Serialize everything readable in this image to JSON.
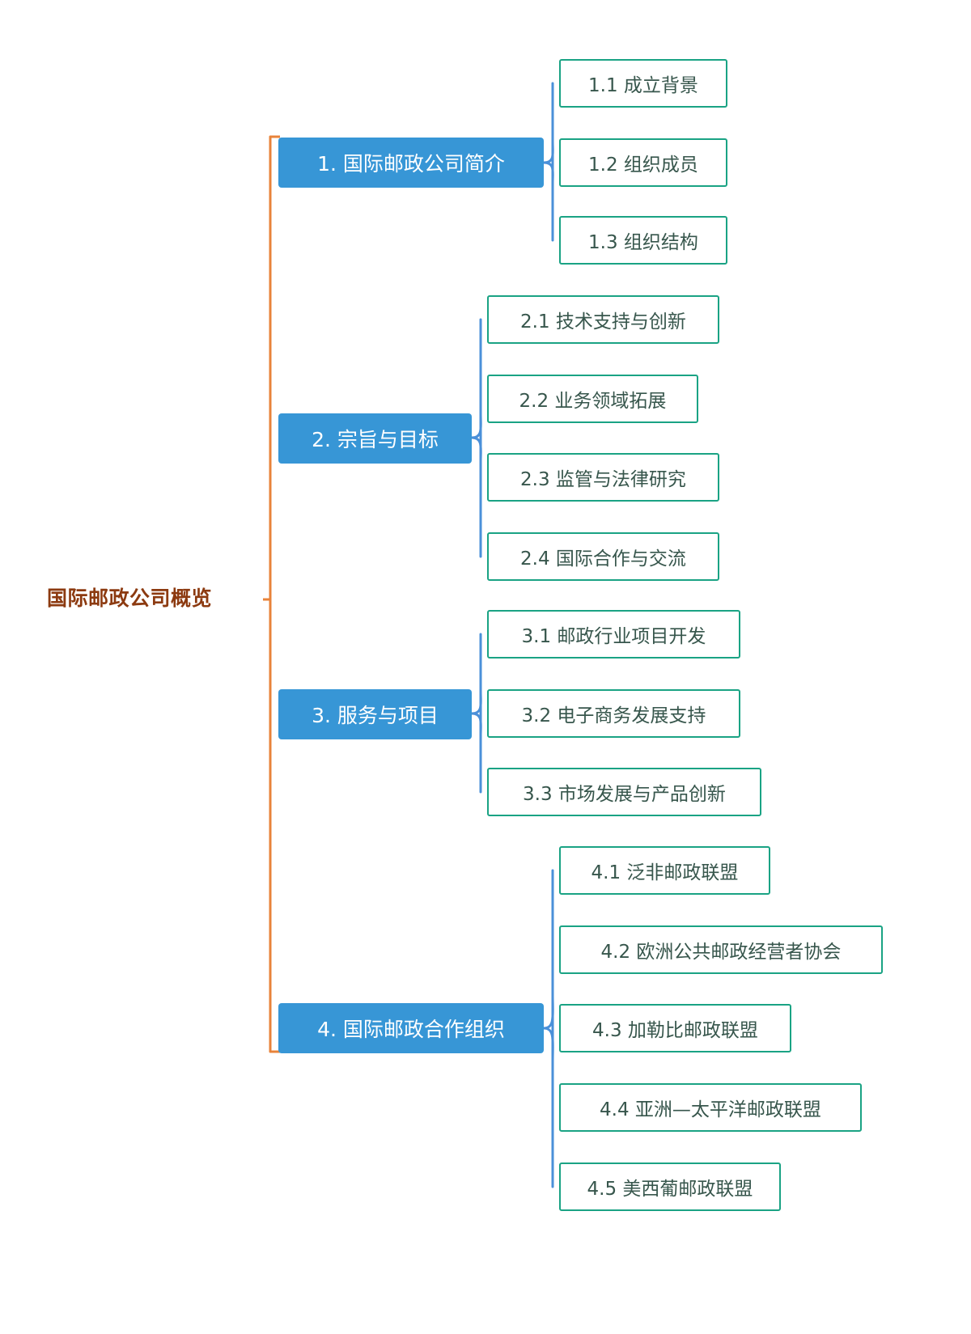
{
  "diagram": {
    "type": "mindmap",
    "orientation": "left-to-right",
    "root": {
      "label": "国际邮政公司概览",
      "color": "#8c3a10"
    },
    "colors": {
      "root_text": "#8c3a10",
      "root_connector": "#e8833a",
      "branch_fill": "#3796d6",
      "branch_text": "#ffffff",
      "branch_connector": "#4a90d9",
      "leaf_border": "#1aa384",
      "leaf_text": "#37564c",
      "leaf_fill": "#ffffff",
      "background": "#ffffff"
    },
    "branches": [
      {
        "label": "1. 国际邮政公司简介",
        "children": [
          {
            "label": "1.1 成立背景"
          },
          {
            "label": "1.2 组织成员"
          },
          {
            "label": "1.3 组织结构"
          }
        ]
      },
      {
        "label": "2. 宗旨与目标",
        "children": [
          {
            "label": "2.1 技术支持与创新"
          },
          {
            "label": "2.2 业务领域拓展"
          },
          {
            "label": "2.3 监管与法律研究"
          },
          {
            "label": "2.4 国际合作与交流"
          }
        ]
      },
      {
        "label": "3. 服务与项目",
        "children": [
          {
            "label": "3.1 邮政行业项目开发"
          },
          {
            "label": "3.2 电子商务发展支持"
          },
          {
            "label": "3.3 市场发展与产品创新"
          }
        ]
      },
      {
        "label": "4. 国际邮政合作组织",
        "children": [
          {
            "label": "4.1 泛非邮政联盟"
          },
          {
            "label": "4.2 欧洲公共邮政经营者协会"
          },
          {
            "label": "4.3 加勒比邮政联盟"
          },
          {
            "label": "4.4 亚洲—太平洋邮政联盟"
          },
          {
            "label": "4.5 美西葡邮政联盟"
          }
        ]
      }
    ]
  }
}
